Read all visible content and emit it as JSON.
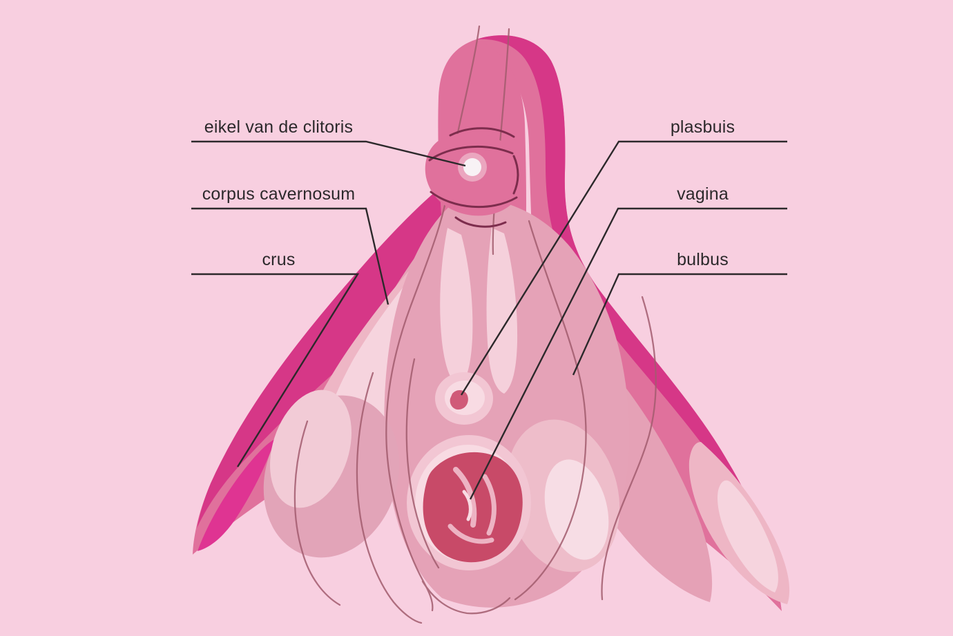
{
  "labels": {
    "left": [
      {
        "id": "glans",
        "text": "eikel van de clitoris"
      },
      {
        "id": "corpus-cavernosum",
        "text": "corpus cavernosum"
      },
      {
        "id": "crus",
        "text": "crus"
      }
    ],
    "right": [
      {
        "id": "urethra",
        "text": "plasbuis"
      },
      {
        "id": "vagina",
        "text": "vagina"
      },
      {
        "id": "bulb",
        "text": "bulbus"
      }
    ]
  },
  "colors": {
    "background": "#f8cfe0",
    "wing_dark": "#d63787",
    "wing_medium": "#e0719c",
    "tip_accent": "#df3492",
    "dusty_tissue": "#e5a1b6",
    "crus_body": "#eeb6c5",
    "crus_highlight": "#f6d4de",
    "central_tissue": "#e5a2b7",
    "light_streak": "#f5d0db",
    "bulb_left": "#e2a4b8",
    "bulb_left_highlight": "#f2cbd6",
    "bulb_right": "#eebdca",
    "bulb_right_highlight": "#f7dde5",
    "opening_ring_outer": "#f2c6d3",
    "opening_ring_inner": "#f8dbe3",
    "urethra_dot": "#d05a78",
    "vagina_interior": "#c84a68",
    "vagina_ridge": "#edb3c3",
    "contour_line": "#a25c6e",
    "glans_outline": "#7d2d4d",
    "glans_halo": "#eba6bf",
    "glans_tip": "#f8f2f5",
    "leader_line": "#2c292b",
    "label_text": "#2c292b"
  }
}
